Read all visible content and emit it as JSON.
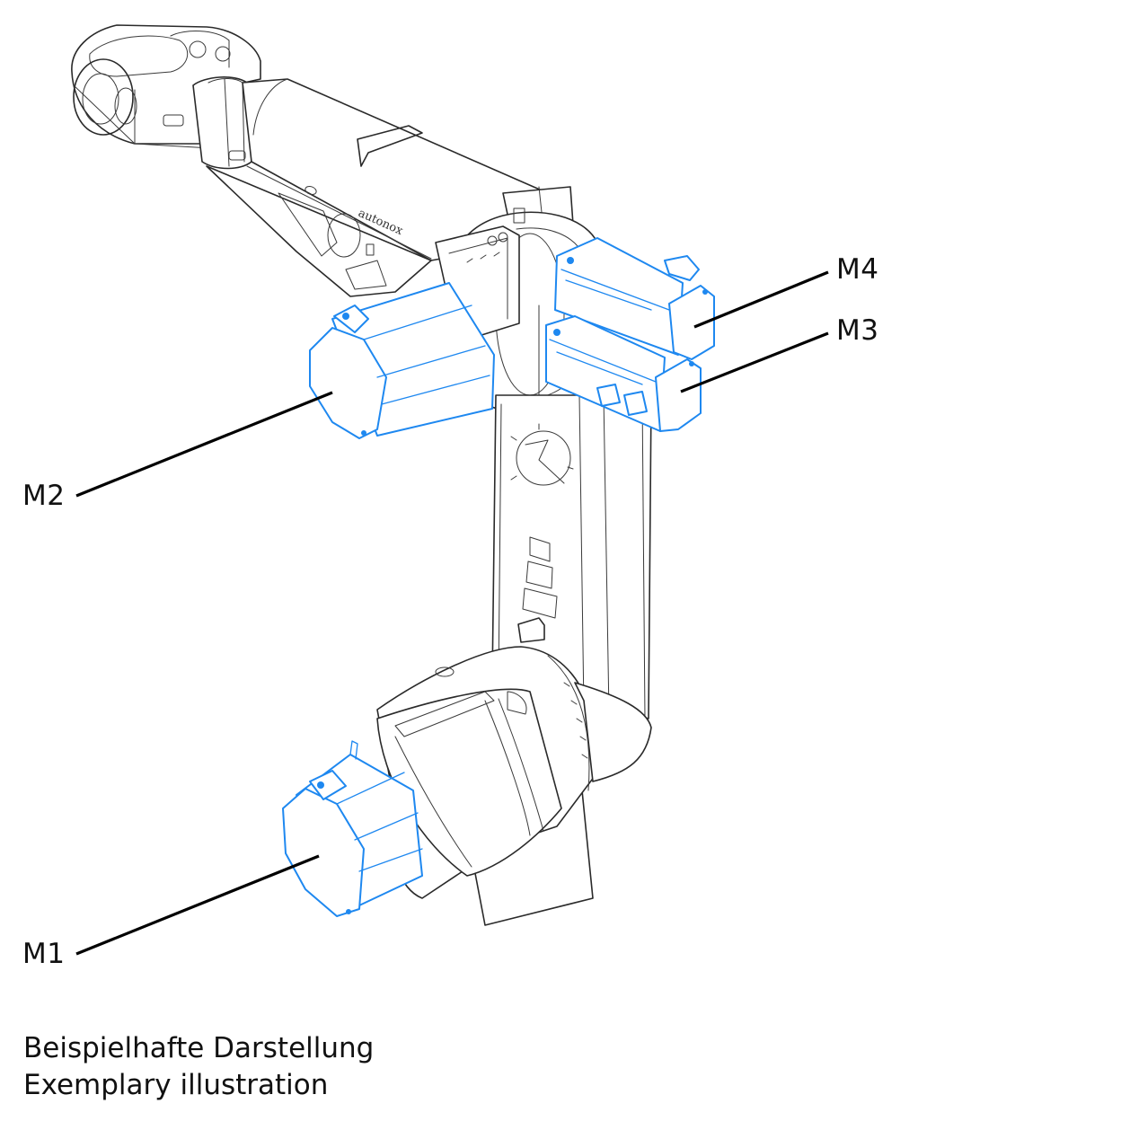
{
  "figure": {
    "type": "technical line drawing",
    "subject": "6-axis industrial robot arm with highlighted servo motors",
    "brand_marking": "autonox",
    "highlight_color": "#1e88f0",
    "line_color": "#2a2a2a"
  },
  "callouts": [
    {
      "id": "M4",
      "label": "M4",
      "target": "axis-4 motor (upper right)"
    },
    {
      "id": "M3",
      "label": "M3",
      "target": "axis-3 motor (lower right)"
    },
    {
      "id": "M2",
      "label": "M2",
      "target": "axis-2 motor (left, at elbow)"
    },
    {
      "id": "M1",
      "label": "M1",
      "target": "axis-1 motor (base)"
    }
  ],
  "caption": {
    "line_de": "Beispielhafte Darstellung",
    "line_en": "Exemplary illustration"
  }
}
